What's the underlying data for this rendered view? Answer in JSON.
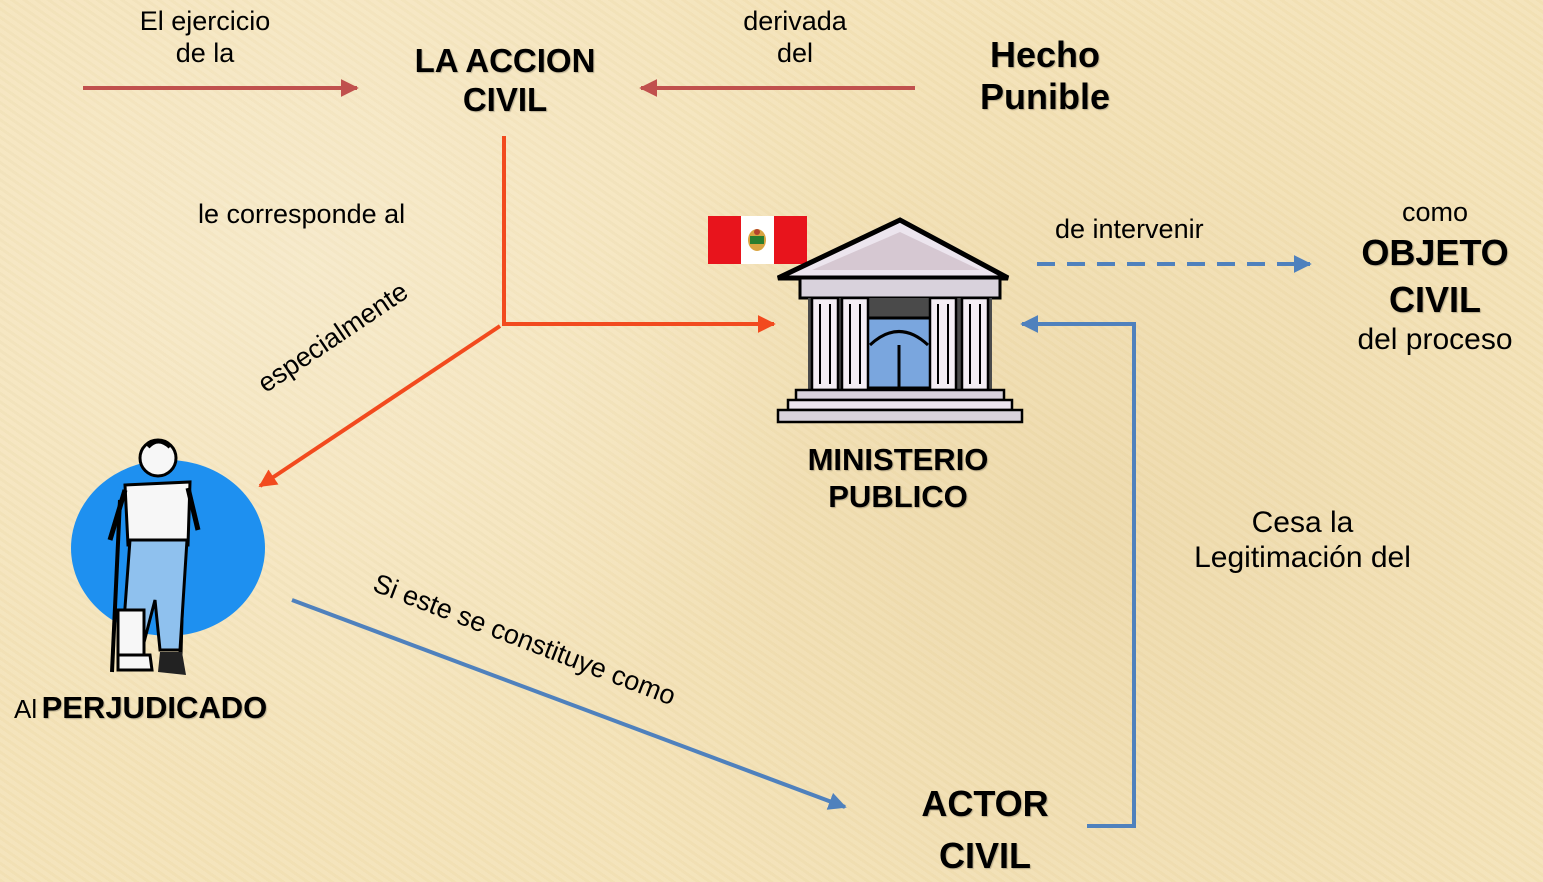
{
  "nodes": {
    "accion_civil": {
      "line1": "LA ACCION",
      "line2": "CIVIL"
    },
    "hecho_punible": {
      "line1": "Hecho",
      "line2": "Punible"
    },
    "ministerio_publico": {
      "line1": "MINISTERIO",
      "line2": "PUBLICO"
    },
    "objeto_civil": {
      "pre": "como",
      "line1": "OBJETO",
      "line2": "CIVIL",
      "post": "del proceso"
    },
    "perjudicado": {
      "pre": "Al",
      "main": "PERJUDICADO"
    },
    "actor_civil": {
      "line1": "ACTOR",
      "line2": "CIVIL"
    }
  },
  "edge_labels": {
    "ejercicio": {
      "line1": "El ejercicio",
      "line2": "de la"
    },
    "derivada": {
      "line1": "derivada",
      "line2": "del"
    },
    "corresponde": "le corresponde al",
    "intervenir": "de intervenir",
    "especialmente": "especialmente",
    "constituye": "Si este se constituye como",
    "cesa": {
      "line1": "Cesa la",
      "line2": "Legitimación del"
    }
  },
  "colors": {
    "dark_red": "#c0504d",
    "orange_red": "#f24a1e",
    "blue": "#4f81bd",
    "dashed_blue": "#4f81bd",
    "background": "#f4e3b8",
    "circle_blue": "#1e90f0"
  },
  "icons": {
    "flag": "peru-flag-icon",
    "building": "government-building-icon",
    "person": "injured-person-icon"
  }
}
